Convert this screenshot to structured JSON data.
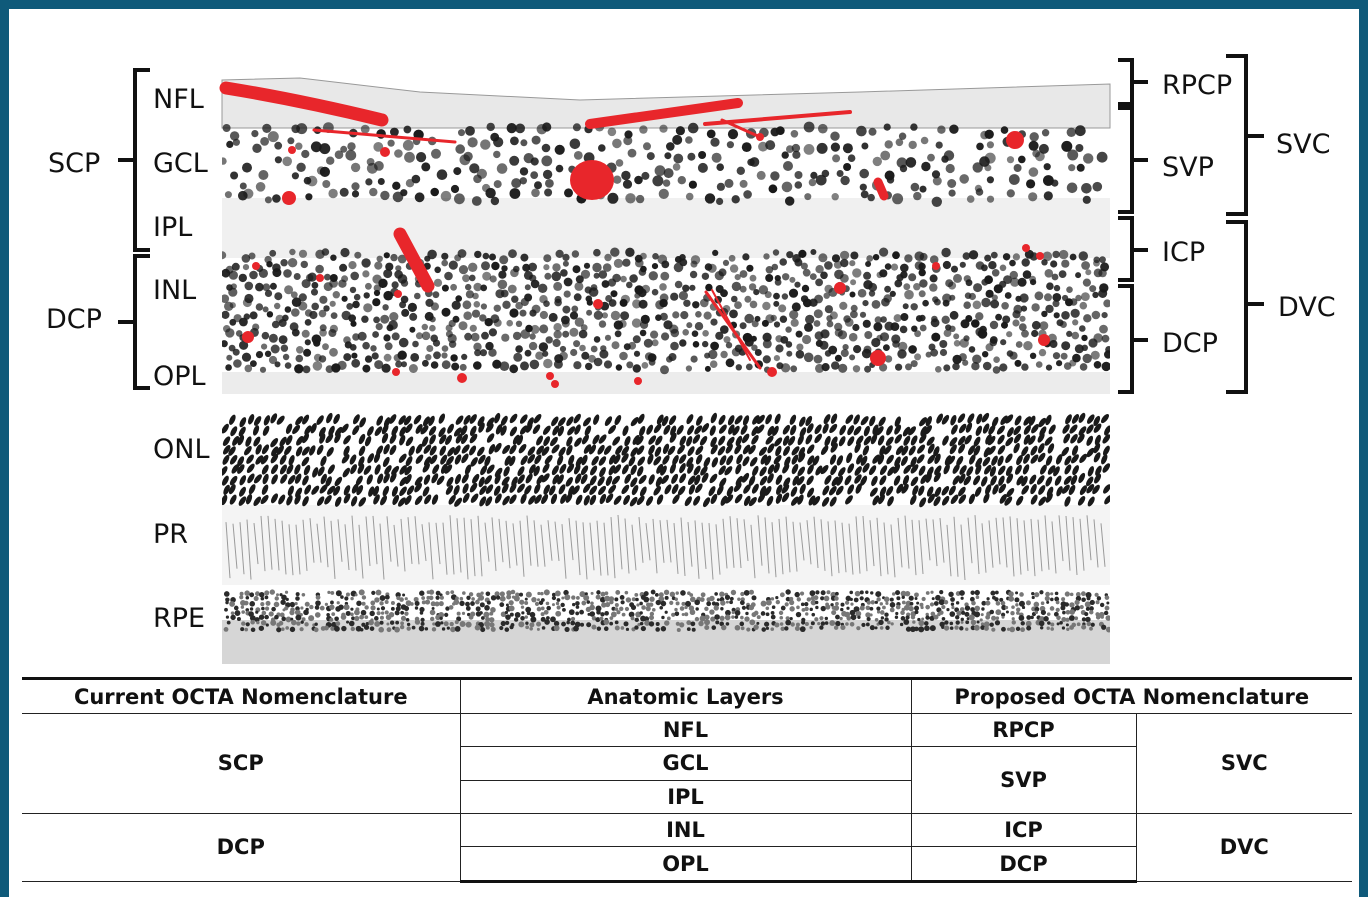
{
  "figure": {
    "left_anatomic_labels": [
      "NFL",
      "GCL",
      "IPL",
      "INL",
      "OPL",
      "ONL",
      "PR",
      "RPE"
    ],
    "left_plexus_labels": [
      "SCP",
      "DCP"
    ],
    "right_plexus_labels": [
      "RPCP",
      "SVP",
      "ICP",
      "DCP"
    ],
    "right_complex_labels": [
      "SVC",
      "DVC"
    ],
    "colors": {
      "frame": "#0f5a7a",
      "vessel": "#e8262b",
      "nuclei": "#1a1a1a"
    }
  },
  "table": {
    "headers": [
      "Current OCTA Nomenclature",
      "Anatomic Layers",
      "Proposed OCTA Nomenclature"
    ],
    "current": [
      "SCP",
      "DCP"
    ],
    "anatomic": [
      "NFL",
      "GCL",
      "IPL",
      "INL",
      "OPL"
    ],
    "proposed": [
      "RPCP",
      "SVP",
      "ICP",
      "DCP"
    ],
    "complexes": [
      "SVC",
      "DVC"
    ]
  }
}
